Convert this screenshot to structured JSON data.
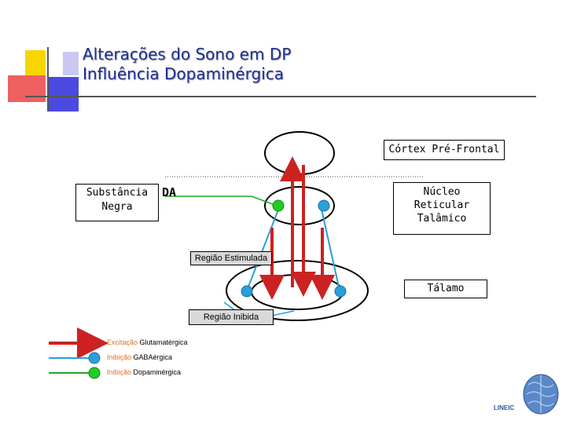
{
  "header": {
    "title": "Alterações do Sono em DP",
    "subtitle": "Influência Dopaminérgica"
  },
  "labels": {
    "cortex": "Córtex Pré-Frontal",
    "nucleo_line1": "Núcleo",
    "nucleo_line2": "Reticular",
    "nucleo_line3": "Talâmico",
    "substancia_line1": "Substância",
    "substancia_line2": "Negra",
    "da": "DA",
    "regiao_estimulada": "Região Estimulada",
    "talamo": "Tálamo",
    "regiao_inibida": "Região Inibida"
  },
  "legend": [
    {
      "colored": "Excitação",
      "rest": " Glutamatérgica",
      "color": "#cc2222"
    },
    {
      "colored": "Inibição",
      "rest": " GABAérgica",
      "color": "#2a9fd8"
    },
    {
      "colored": "Inibição",
      "rest": " Dopaminérgica",
      "color": "#22aa22"
    }
  ],
  "logo": {
    "text": "LINEIC"
  },
  "colors": {
    "title": "#1f2f8f",
    "excitation": "#cc2222",
    "gaba": "#2a9fd8",
    "dopamine": "#22aa22",
    "accent_yellow": "#f5d000",
    "accent_red": "#e03030",
    "accent_blue": "#3a3ad0"
  }
}
